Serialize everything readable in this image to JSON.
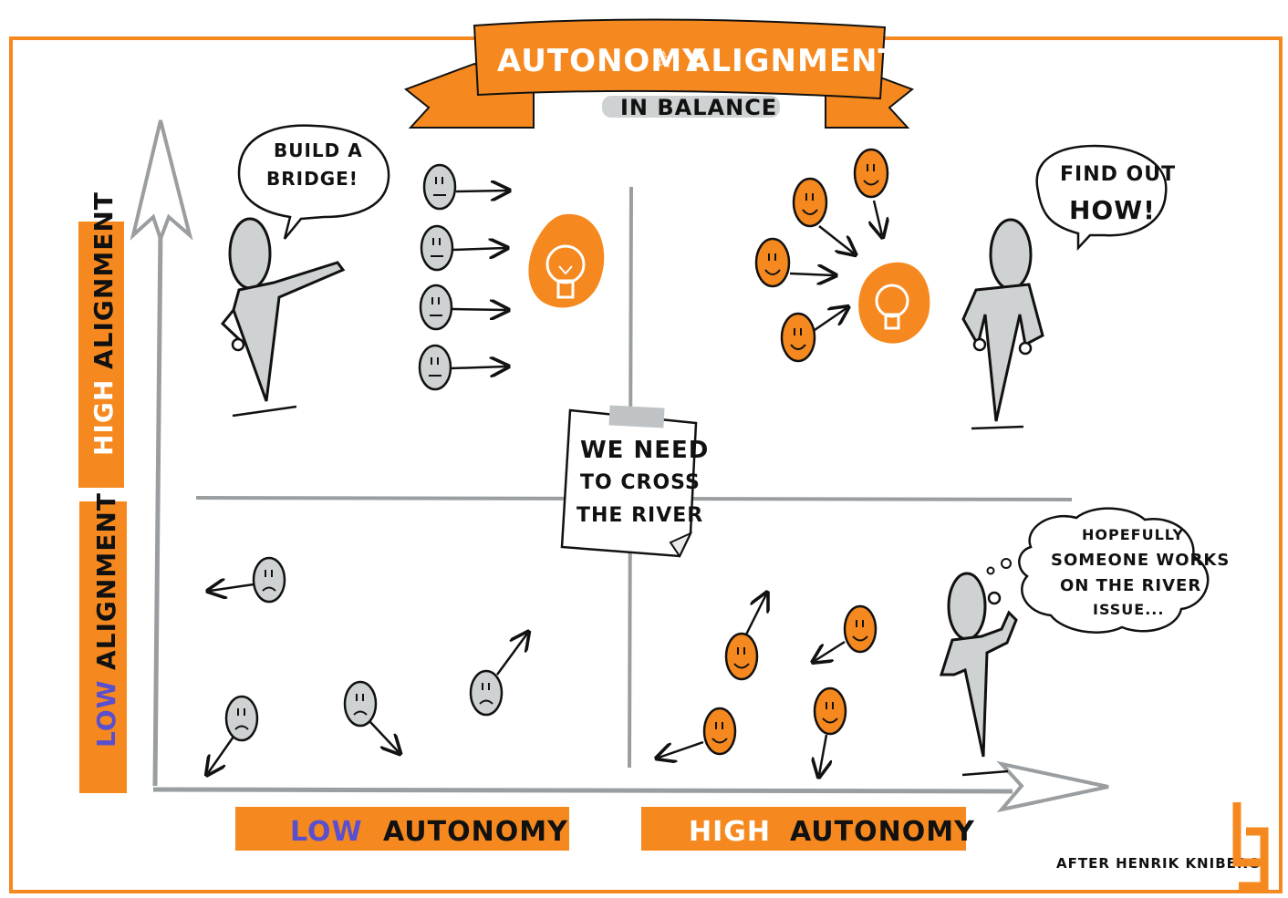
{
  "banner": {
    "left": "AUTONOMY",
    "star": "☆",
    "right": "ALIGNMENT",
    "subtitle": "IN BALANCE"
  },
  "y_axis": {
    "high": {
      "level": "HIGH",
      "word": "ALIGNMENT"
    },
    "low": {
      "level": "LOW",
      "word": "ALIGNMENT"
    }
  },
  "x_axis": {
    "low": {
      "level": "LOW",
      "word": "AUTONOMY"
    },
    "high": {
      "level": "HIGH",
      "word": "AUTONOMY"
    }
  },
  "bubbles": {
    "top_left": [
      "BUILD A",
      "BRIDGE!"
    ],
    "top_right": [
      "FIND OUT",
      "HOW!"
    ],
    "bottom_right": [
      "HOPEFULLY",
      "SOMEONE WORKS",
      "ON THE RIVER",
      "ISSUE..."
    ]
  },
  "note": [
    "WE NEED",
    "TO CROSS",
    "THE RIVER"
  ],
  "credit": "AFTER HENRIK KNIBERG",
  "logo": "bg",
  "colors": {
    "orange": "#f5891f",
    "grey": "#cfd2d3",
    "ink": "#111111",
    "purple": "#5a4fcf"
  }
}
